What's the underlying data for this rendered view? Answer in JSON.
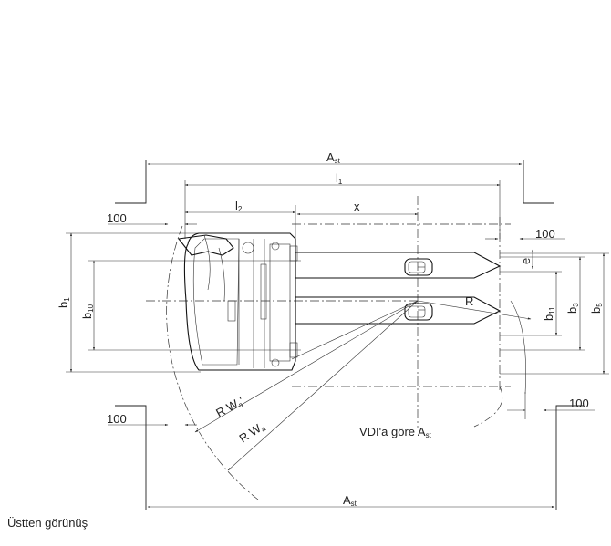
{
  "caption": "Üstten görünüş",
  "dimensions": {
    "ast_top": {
      "main": "A",
      "sub": "st"
    },
    "l1": {
      "main": "l",
      "sub": "1"
    },
    "l2": {
      "main": "l",
      "sub": "2"
    },
    "x": "x",
    "gap_100_top_left": "100",
    "gap_100_top_right": "100",
    "gap_100_bottom_right": "100",
    "gap_100_bottom_left": "100",
    "b1": {
      "main": "b",
      "sub": "1"
    },
    "b10": {
      "main": "b",
      "sub": "10"
    },
    "e": "e",
    "b11": {
      "main": "b",
      "sub": "11"
    },
    "b3": {
      "main": "b",
      "sub": "3"
    },
    "b5": {
      "main": "b",
      "sub": "5"
    },
    "r": "R",
    "wa_prime": {
      "main": "R  W",
      "sub": "a",
      "suffix": "'"
    },
    "wa": {
      "main": "R  W",
      "sub": "a"
    },
    "vdi": {
      "main": "VDI'a göre A",
      "sub": "st"
    },
    "ast_bottom": {
      "main": "A",
      "sub": "st"
    }
  }
}
